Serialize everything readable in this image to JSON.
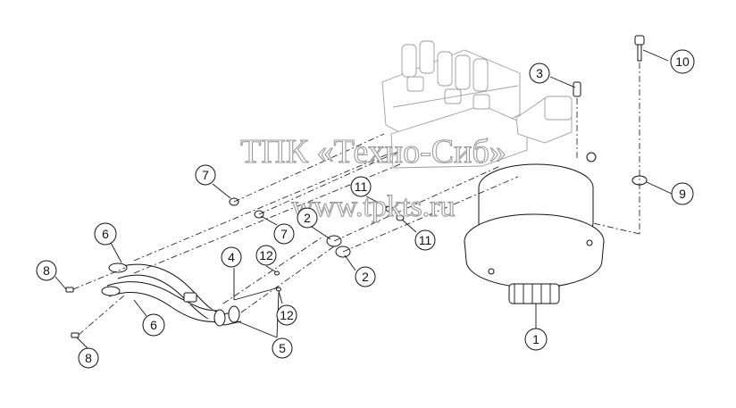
{
  "watermark": {
    "line1": "ТПК «Техно-Сиб»",
    "line2": "www.tpkts.ru"
  },
  "callouts": {
    "c1": "1",
    "c2a": "2",
    "c2b": "2",
    "c3": "3",
    "c4": "4",
    "c5": "5",
    "c6a": "6",
    "c6b": "6",
    "c7a": "7",
    "c7b": "7",
    "c8a": "8",
    "c8b": "8",
    "c9": "9",
    "c10": "10",
    "c11a": "11",
    "c11b": "11",
    "c12a": "12",
    "c12b": "12"
  }
}
